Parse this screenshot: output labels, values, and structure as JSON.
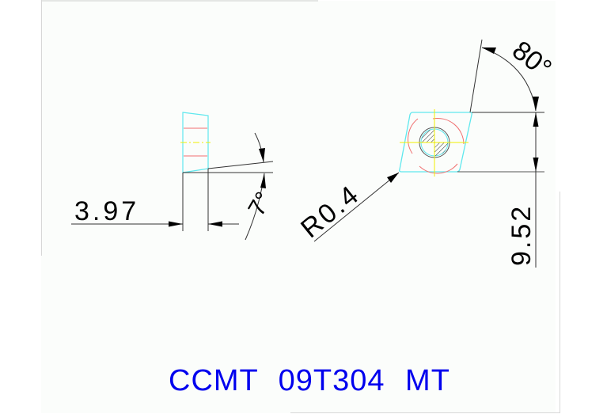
{
  "drawing": {
    "part_code": "CCMT 09T304 MT",
    "dimensions": {
      "thickness": "3.97",
      "clearance_angle": "7°",
      "corner_radius": "R0.4",
      "included_angle": "80°",
      "inscribed_circle": "9.52"
    },
    "colors": {
      "outline": "#5fe8ee",
      "center_line": "#f0f000",
      "hidden_edge": "#f07070",
      "dimension_line": "#000000",
      "title": "#0000ee"
    },
    "views": {
      "side_view": "side-profile",
      "top_view": "rhombic-insert-with-hole"
    }
  }
}
